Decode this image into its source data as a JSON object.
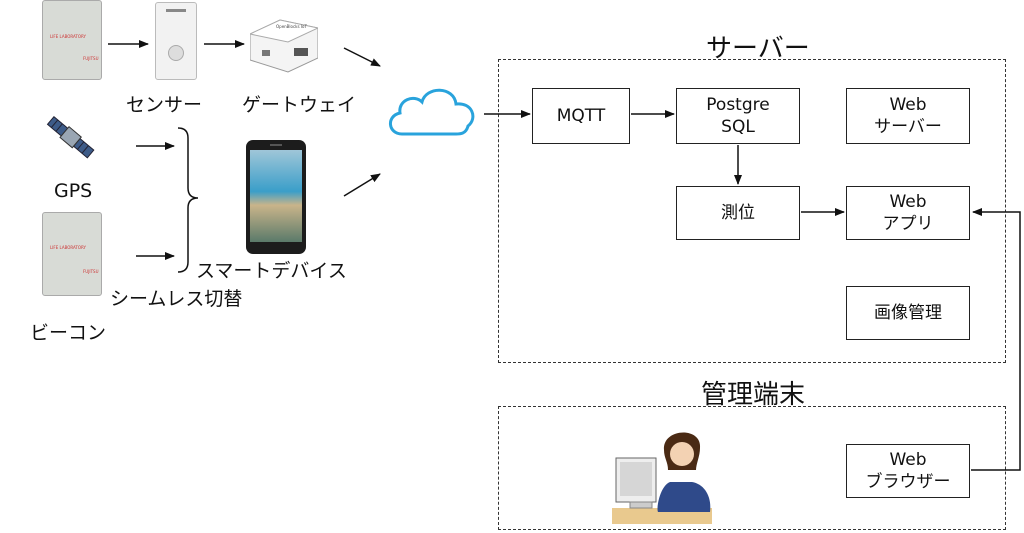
{
  "labels": {
    "sensor": "センサー",
    "gateway": "ゲートウェイ",
    "gps": "GPS",
    "smart_device": "スマートデバイス",
    "seamless": "シームレス切替",
    "beacon": "ビーコン"
  },
  "groups": {
    "server": "サーバー",
    "admin_terminal": "管理端末"
  },
  "boxes": {
    "mqtt": "MQTT",
    "postgre_1": "Postgre",
    "postgre_2": "SQL",
    "web_server_1": "Web",
    "web_server_2": "サーバー",
    "positioning": "測位",
    "web_app_1": "Web",
    "web_app_2": "アプリ",
    "image_mgmt": "画像管理",
    "web_browser_1": "Web",
    "web_browser_2": "ブラウザー"
  },
  "device_text": {
    "beacon_brand": "LIFE LABORATORY",
    "beacon_vendor": "FUJITSU",
    "gateway_brand": "OpenBlocks IoT"
  },
  "colors": {
    "cloud": "#29a3dc",
    "screen": "#3a9ec9"
  }
}
